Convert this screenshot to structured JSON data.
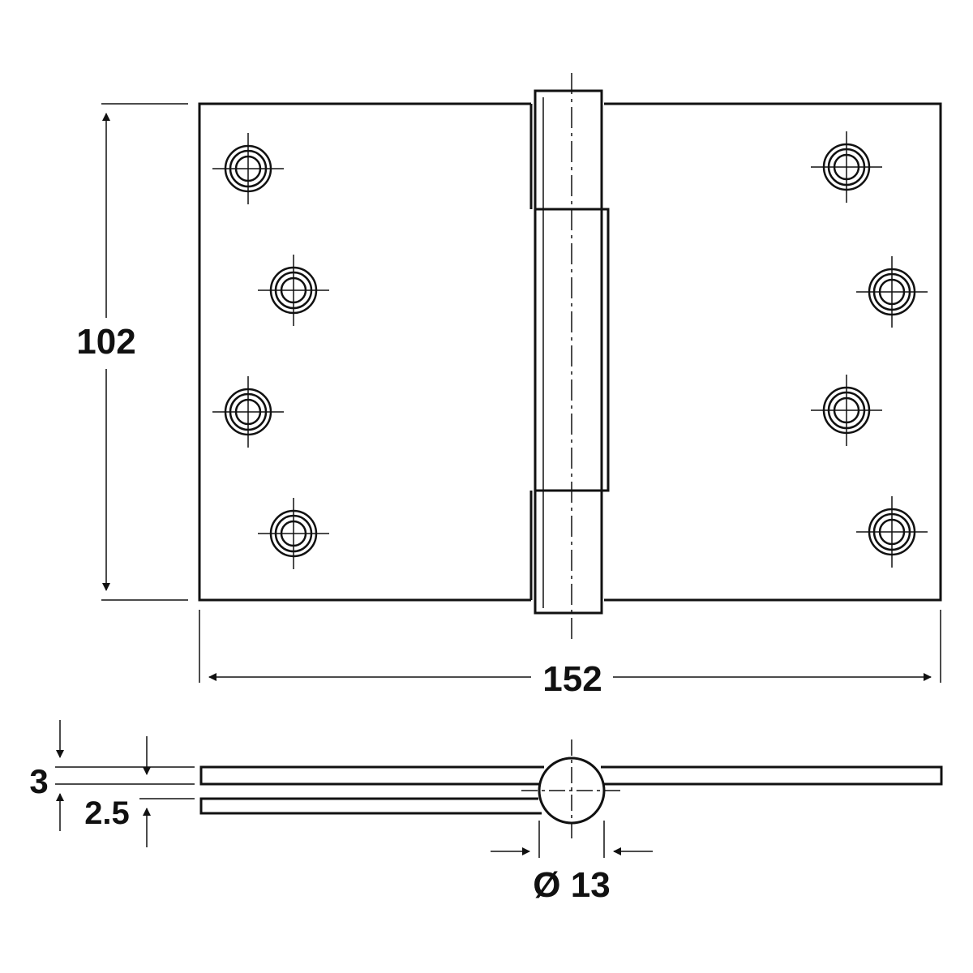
{
  "dimensions": {
    "height": "102",
    "width": "152",
    "thickness": "3",
    "gap": "2.5",
    "knuckle_diameter": "Ø 13"
  },
  "colors": {
    "line": "#111111",
    "background": "#ffffff"
  }
}
